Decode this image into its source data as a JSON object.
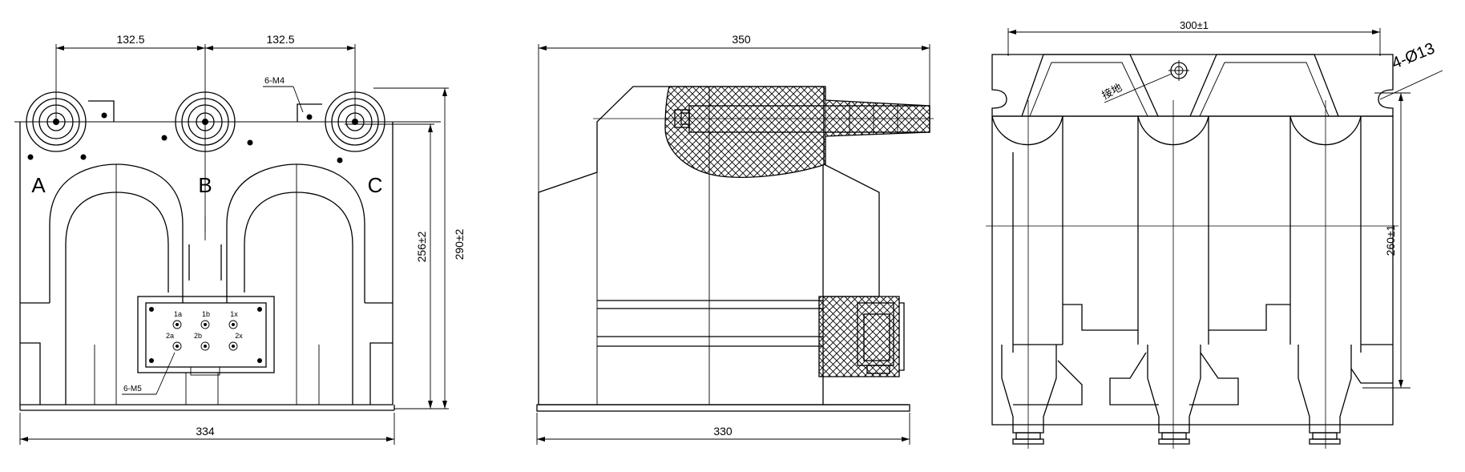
{
  "front_view": {
    "dim_top_left": "132.5",
    "dim_top_right": "132.5",
    "dim_height_inner": "256±2",
    "dim_height_outer": "290±2",
    "dim_bottom": "334",
    "callout_top": "6-M4",
    "callout_bottom": "6-M5",
    "phase_a": "A",
    "phase_b": "B",
    "phase_c": "C",
    "terminal_labels": [
      "1a",
      "1b",
      "1x",
      "2a",
      "2b",
      "2x"
    ]
  },
  "side_view": {
    "dim_top": "350",
    "dim_bottom": "330"
  },
  "top_view": {
    "dim_top": "300±1",
    "dim_height": "260±1",
    "callout_holes": "4-Ø13",
    "callout_ground": "接地"
  },
  "colors": {
    "line": "#000000",
    "background": "#ffffff"
  }
}
